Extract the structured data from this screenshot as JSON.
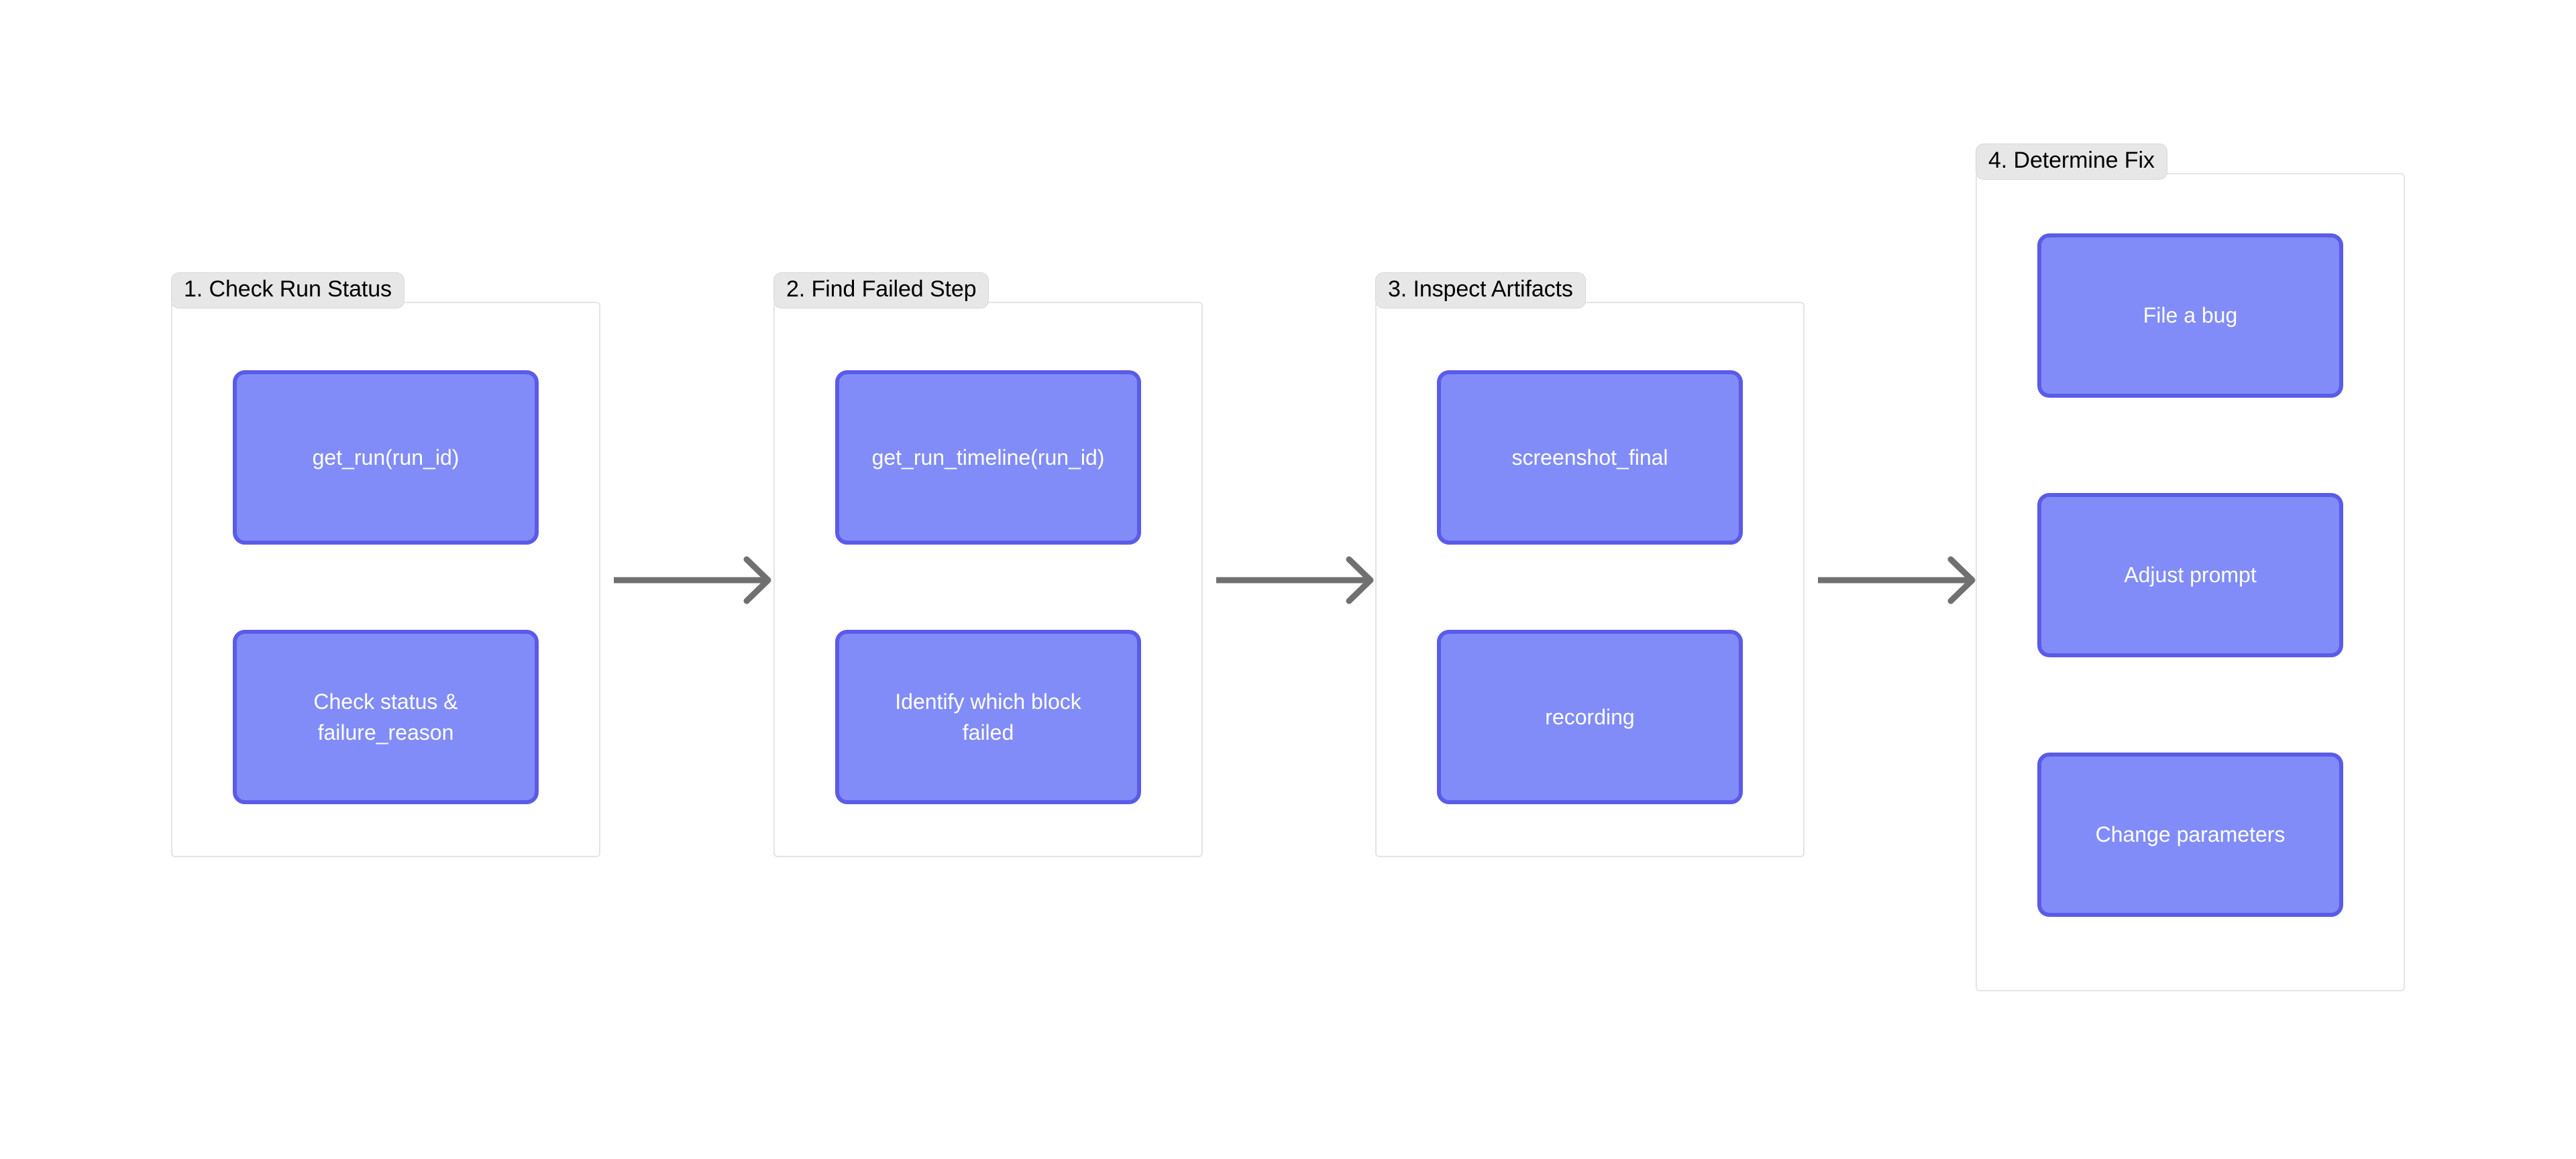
{
  "diagram": {
    "type": "flowchart-left-to-right",
    "title_visible": false,
    "colors": {
      "node_fill": "#818cf8",
      "node_border": "#5b5be8",
      "node_text": "#ffffff",
      "group_border": "#e4e4e4",
      "group_title_bg": "#e7e7e7",
      "group_title_text": "#000000",
      "arrow": "#707070",
      "background": "#ffffff"
    },
    "groups": [
      {
        "id": "group-1",
        "title": "1. Check Run Status",
        "nodes": [
          {
            "id": "node-get-run",
            "label": "get_run(run_id)"
          },
          {
            "id": "node-check-status",
            "label": "Check status &\nfailure_reason"
          }
        ]
      },
      {
        "id": "group-2",
        "title": "2. Find Failed Step",
        "nodes": [
          {
            "id": "node-get-run-timeline",
            "label": "get_run_timeline(run_id)"
          },
          {
            "id": "node-identify-block",
            "label": "Identify which block\nfailed"
          }
        ]
      },
      {
        "id": "group-3",
        "title": "3. Inspect Artifacts",
        "nodes": [
          {
            "id": "node-screenshot-final",
            "label": "screenshot_final"
          },
          {
            "id": "node-recording",
            "label": "recording"
          }
        ]
      },
      {
        "id": "group-4",
        "title": "4. Determine Fix",
        "nodes": [
          {
            "id": "node-file-a-bug",
            "label": "File a bug"
          },
          {
            "id": "node-adjust-prompt",
            "label": "Adjust prompt"
          },
          {
            "id": "node-change-parameters",
            "label": "Change parameters"
          }
        ]
      }
    ],
    "connectors": [
      {
        "id": "arrow-1-to-2",
        "from": "group-1",
        "to": "group-2",
        "style": "solid-arrow"
      },
      {
        "id": "arrow-2-to-3",
        "from": "group-2",
        "to": "group-3",
        "style": "solid-arrow"
      },
      {
        "id": "arrow-3-to-4",
        "from": "group-3",
        "to": "group-4",
        "style": "solid-arrow"
      }
    ]
  }
}
